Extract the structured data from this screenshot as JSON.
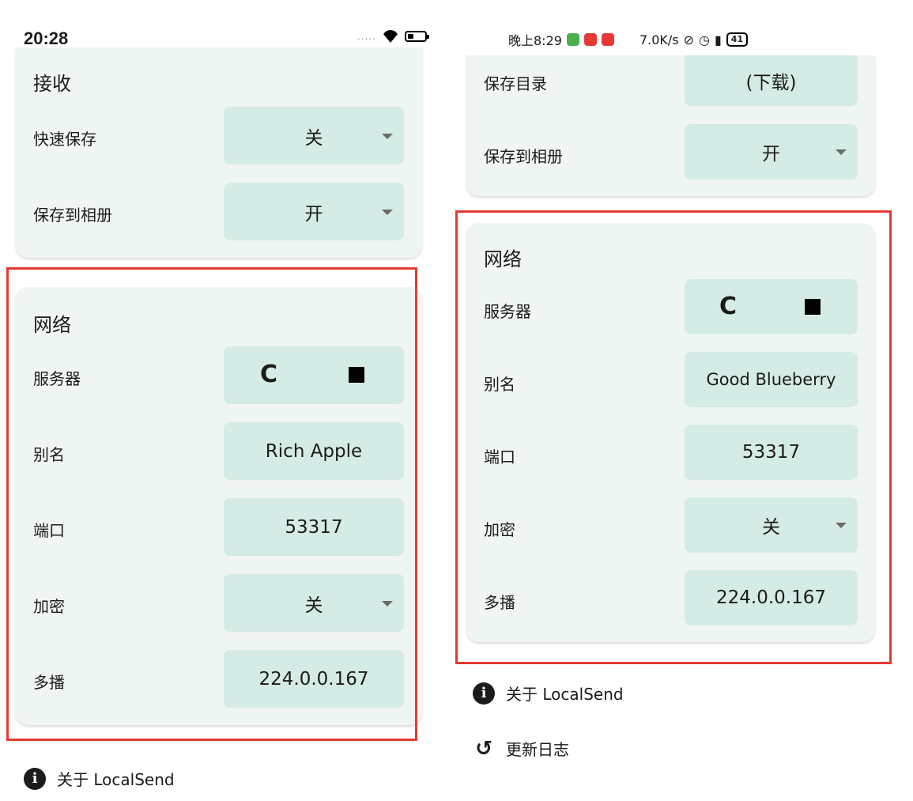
{
  "left": {
    "status_bar": {
      "time": "20:28",
      "signal_dots": "....."
    },
    "receive_card": {
      "title": "接收",
      "quick_save_label": "快速保存",
      "quick_save_value": "关",
      "save_album_label": "保存到相册",
      "save_album_value": "开"
    },
    "network_card": {
      "title": "网络",
      "server_label": "服务器",
      "refresh_glyph": "C",
      "alias_label": "别名",
      "alias_value": "Rich Apple",
      "port_label": "端口",
      "port_value": "53317",
      "encrypt_label": "加密",
      "encrypt_value": "关",
      "multicast_label": "多播",
      "multicast_value": "224.0.0.167"
    },
    "about_link": "关于 LocalSend",
    "info_glyph": "i"
  },
  "right": {
    "status_bar": {
      "time": "晚上8:29",
      "speed": "7.0K/s",
      "battery": "41"
    },
    "save_card": {
      "save_dir_label": "保存目录",
      "save_dir_value": "(下载)",
      "save_album_label": "保存到相册",
      "save_album_value": "开"
    },
    "network_card": {
      "title": "网络",
      "server_label": "服务器",
      "refresh_glyph": "C",
      "alias_label": "别名",
      "alias_value": "Good Blueberry",
      "port_label": "端口",
      "port_value": "53317",
      "encrypt_label": "加密",
      "encrypt_value": "关",
      "multicast_label": "多播",
      "multicast_value": "224.0.0.167"
    },
    "about_link": "关于 LocalSend",
    "changelog_link": "更新日志",
    "info_glyph": "i",
    "history_glyph": "↺"
  },
  "colors": {
    "card_bg": "#eff5f3",
    "control_bg": "#d5ebe6",
    "highlight": "#e53935",
    "text": "#1b1b1b"
  }
}
